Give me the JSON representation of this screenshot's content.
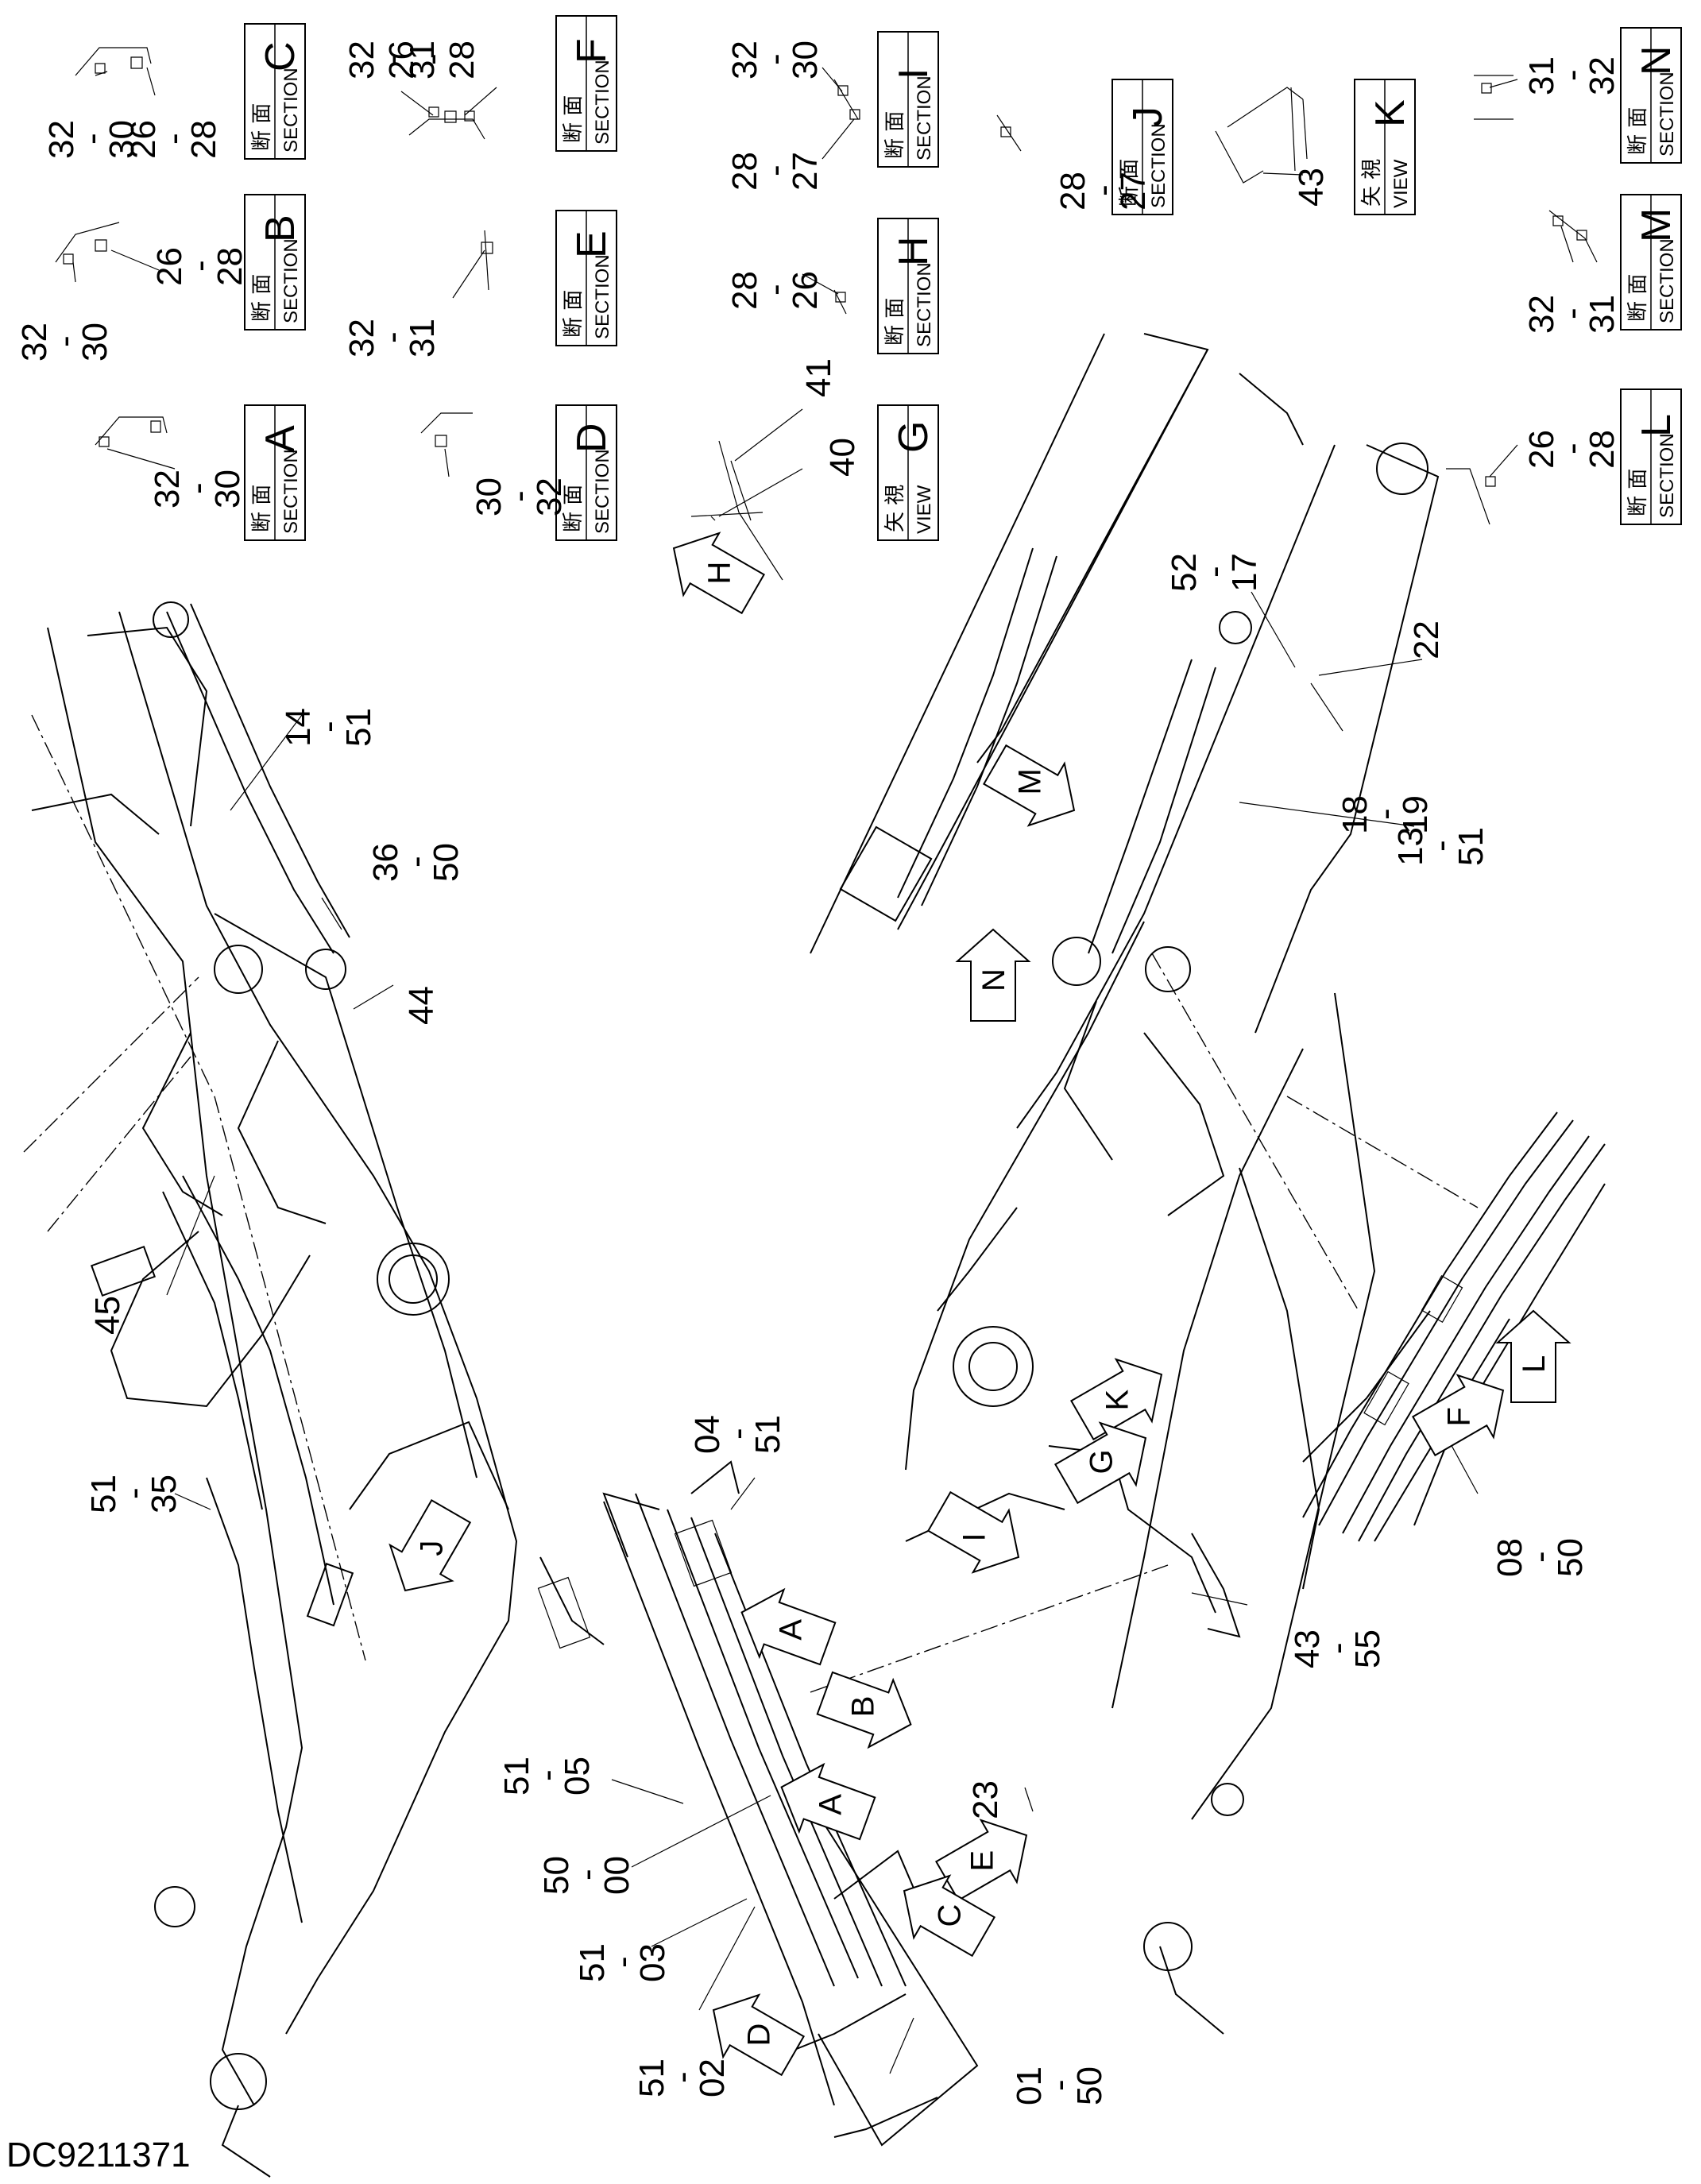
{
  "drawing_number": "DC9211371",
  "section_label_jp": "断 面",
  "section_label_en": "SECTION",
  "view_label_jp": "矢 視",
  "view_label_en": "VIEW",
  "detail_boxes": [
    {
      "letter": "A",
      "kind": "section"
    },
    {
      "letter": "B",
      "kind": "section"
    },
    {
      "letter": "C",
      "kind": "section"
    },
    {
      "letter": "D",
      "kind": "section"
    },
    {
      "letter": "E",
      "kind": "section"
    },
    {
      "letter": "F",
      "kind": "section"
    },
    {
      "letter": "G",
      "kind": "view"
    },
    {
      "letter": "H",
      "kind": "section"
    },
    {
      "letter": "I",
      "kind": "section"
    },
    {
      "letter": "J",
      "kind": "section"
    },
    {
      "letter": "K",
      "kind": "view"
    },
    {
      "letter": "L",
      "kind": "section"
    },
    {
      "letter": "M",
      "kind": "section"
    },
    {
      "letter": "N",
      "kind": "section"
    }
  ],
  "detail_callouts": [
    {
      "top": "32",
      "bottom": "30"
    },
    {
      "top": "26",
      "bottom": "28"
    },
    {
      "top": "32",
      "bottom": "30"
    },
    {
      "top": "26",
      "bottom": "28"
    },
    {
      "top": "32",
      "bottom": "30"
    },
    {
      "top": "32",
      "bottom": "31"
    },
    {
      "top": "26",
      "bottom": "28"
    },
    {
      "top": "32",
      "bottom": "31"
    },
    {
      "top": "30",
      "bottom": "32"
    },
    {
      "top": "32",
      "bottom": "30"
    },
    {
      "top": "28",
      "bottom": "27"
    },
    {
      "top": "28",
      "bottom": "26"
    },
    {
      "top": "41",
      "bottom": ""
    },
    {
      "top": "40",
      "bottom": ""
    },
    {
      "top": "28",
      "bottom": "27"
    },
    {
      "top": "43",
      "bottom": ""
    },
    {
      "top": "31",
      "bottom": "32"
    },
    {
      "top": "32",
      "bottom": "31"
    },
    {
      "top": "26",
      "bottom": "28"
    }
  ],
  "main_callouts": [
    {
      "top": "14",
      "bottom": "51"
    },
    {
      "top": "36",
      "bottom": "50"
    },
    {
      "top": "44",
      "bottom": ""
    },
    {
      "top": "45",
      "bottom": ""
    },
    {
      "top": "51",
      "bottom": "35"
    },
    {
      "top": "04",
      "bottom": "51"
    },
    {
      "top": "51",
      "bottom": "05"
    },
    {
      "top": "50",
      "bottom": "00"
    },
    {
      "top": "51",
      "bottom": "03"
    },
    {
      "top": "51",
      "bottom": "02"
    },
    {
      "top": "01",
      "bottom": "50"
    },
    {
      "top": "23",
      "bottom": ""
    },
    {
      "top": "52",
      "bottom": "17"
    },
    {
      "top": "22",
      "bottom": ""
    },
    {
      "top": "18",
      "bottom": "19"
    },
    {
      "top": "13",
      "bottom": "51"
    },
    {
      "top": "43",
      "bottom": "55"
    },
    {
      "top": "08",
      "bottom": "50"
    }
  ],
  "view_arrows": [
    "H",
    "M",
    "N",
    "J",
    "A",
    "B",
    "A",
    "E",
    "C",
    "D",
    "I",
    "K",
    "G",
    "F",
    "L"
  ]
}
